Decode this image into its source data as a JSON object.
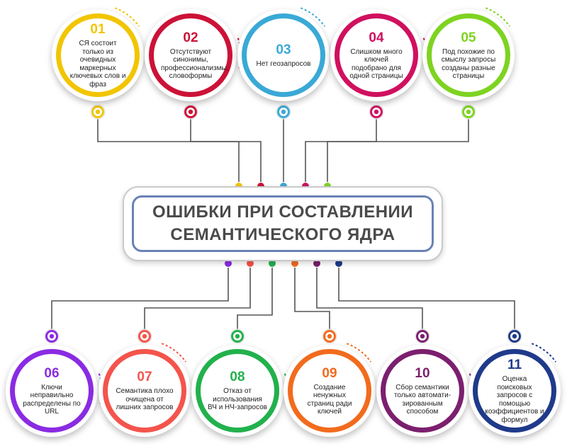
{
  "title": {
    "line1": "ОШИБКИ ПРИ СОСТАВЛЕНИИ",
    "line2": "СЕМАНТИЧЕСКОГО ЯДРА"
  },
  "colors": {
    "title_text": "#4a4a4a",
    "title_border": "#6a82b5",
    "connector": "#555555"
  },
  "items": [
    {
      "num": "01",
      "text": "СЯ состоит только из очевидных маркерных ключевых слов и фраз",
      "color": "#f2c500"
    },
    {
      "num": "02",
      "text": "Отсутствуют синонимы, профессионализмы, словоформы",
      "color": "#cc1237"
    },
    {
      "num": "03",
      "text": "Нет геозапросов",
      "color": "#3aa9d6"
    },
    {
      "num": "04",
      "text": "Слишком много ключей подобрано для одной страницы",
      "color": "#d0105f"
    },
    {
      "num": "05",
      "text": "Под похожие по смыслу запросы созданы разные страницы",
      "color": "#7ed321"
    },
    {
      "num": "06",
      "text": "Ключи неправильно распределены по URL",
      "color": "#8a2be2"
    },
    {
      "num": "07",
      "text": "Семантика плохо очищена от лишних запросов",
      "color": "#f4544c"
    },
    {
      "num": "08",
      "text": "Отказ от использования ВЧ и НЧ-запросов",
      "color": "#22b14c"
    },
    {
      "num": "09",
      "text": "Создание ненужных страниц ради ключей",
      "color": "#f26b1d"
    },
    {
      "num": "10",
      "text": "Сбор семантики только автомати-зированным способом",
      "color": "#7b1f6e"
    },
    {
      "num": "11",
      "text": "Оценка поисковых запросов с помощью коэффициентов и формул",
      "color": "#1f3a8a"
    }
  ]
}
